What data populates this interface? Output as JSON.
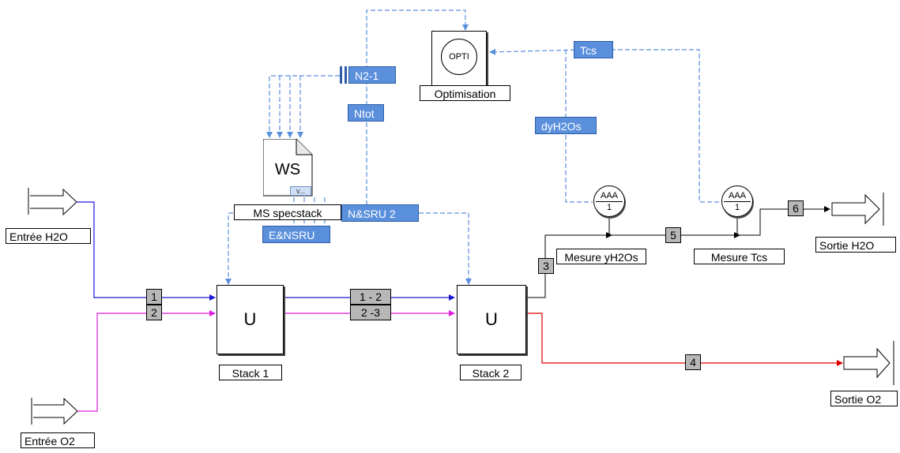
{
  "colors": {
    "water_stream": "#1a1ad6",
    "oxygen_stream": "#e01ee0",
    "o2_product": "#e00000",
    "signal_line": "#5a8fdc",
    "signal_box": "#5a8fdc",
    "number_box": "#b7b7b7"
  },
  "units": {
    "stack1": {
      "symbol": "U",
      "label": "Stack 1"
    },
    "stack2": {
      "symbol": "U",
      "label": "Stack 2"
    },
    "optimisation": {
      "symbol": "OPTI",
      "label": "Optimisation"
    },
    "spreadsheet": {
      "symbol": "WS",
      "label": "MS specstack",
      "badge": "v..."
    }
  },
  "feeds": {
    "h2o_in": "Entrée H2O",
    "o2_in": "Entrée O2",
    "h2o_out": "Sortie H2O",
    "o2_out": "Sortie O2"
  },
  "streams": {
    "s1": "1",
    "s2": "2",
    "s12": "1 - 2",
    "s23": "2 -3",
    "s3": "3",
    "s4": "4",
    "s5": "5",
    "s6": "6"
  },
  "meters": {
    "m1": {
      "top": "AAA",
      "bottom": "1",
      "label": "Mesure yH2Os"
    },
    "m2": {
      "top": "AAA",
      "bottom": "1",
      "label": "Mesure Tcs"
    }
  },
  "signals": {
    "n21": "N2-1",
    "ntot": "Ntot",
    "tcs": "Tcs",
    "dyh2os": "dyH2Os",
    "nsru2": "N&SRU 2",
    "ensru": "E&NSRU"
  }
}
